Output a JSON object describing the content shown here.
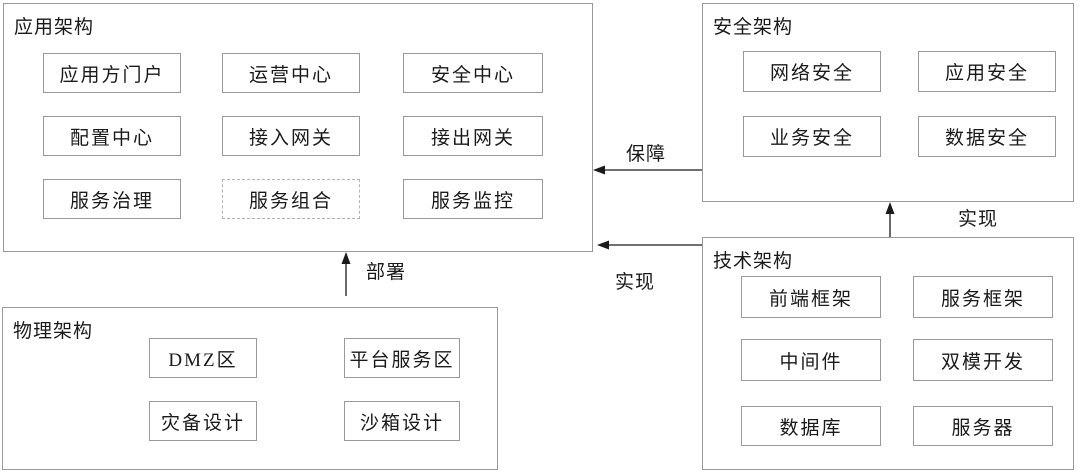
{
  "sections": {
    "app": {
      "title": "应用架构",
      "items": [
        "应用方门户",
        "运营中心",
        "安全中心",
        "配置中心",
        "接入网关",
        "接出网关",
        "服务治理",
        "服务组合",
        "服务监控"
      ]
    },
    "security": {
      "title": "安全架构",
      "items": [
        "网络安全",
        "应用安全",
        "业务安全",
        "数据安全"
      ]
    },
    "tech": {
      "title": "技术架构",
      "items": [
        "前端框架",
        "服务框架",
        "中间件",
        "双模开发",
        "数据库",
        "服务器"
      ]
    },
    "physical": {
      "title": "物理架构",
      "items": [
        "DMZ区",
        "平台服务区",
        "灾备设计",
        "沙箱设计"
      ]
    }
  },
  "arrows": {
    "protect": {
      "label": "保障"
    },
    "implement_app": {
      "label": "实现"
    },
    "implement_security": {
      "label": "实现"
    },
    "deploy": {
      "label": "部署"
    }
  },
  "colors": {
    "box_border": "#9a9a9a",
    "dashed_border": "#b3b3b3",
    "arrow": "#1a1a1a",
    "text": "#1a1a1a",
    "background": "#ffffff"
  }
}
